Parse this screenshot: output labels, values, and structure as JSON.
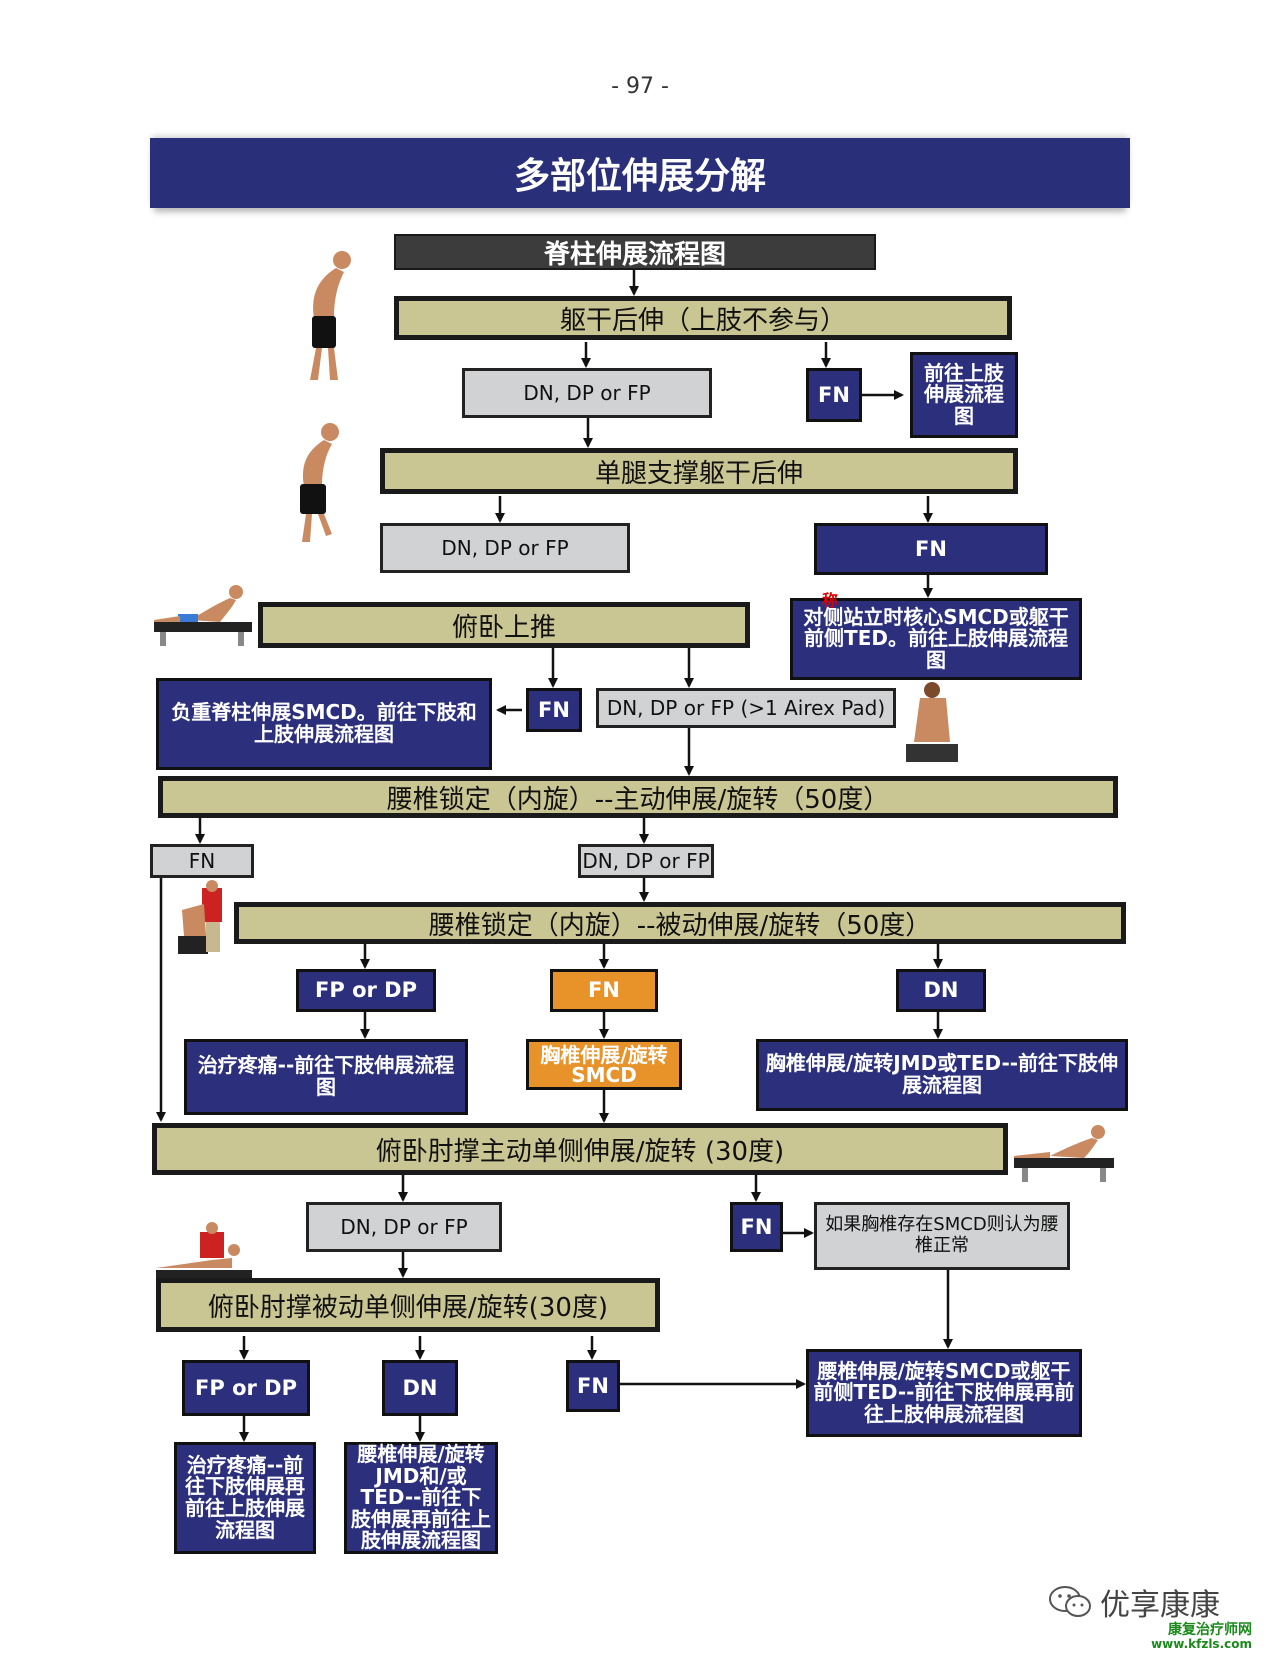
{
  "page_number": "- 97 -",
  "banner_title": "多部位伸展分解",
  "flow_title": "脊柱伸展流程图",
  "nodes": {
    "trunk_ext": "躯干后伸（上肢不参与）",
    "dn_dp_fp_1": "DN, DP or FP",
    "fn_1": "FN",
    "goto_upper_1": "前往上肢伸展流程图",
    "single_leg": "单腿支撑躯干后伸",
    "dn_dp_fp_2": "DN, DP or FP",
    "fn_2": "FN",
    "contra_text": "对侧站立时核心SMCD或躯干前侧TED。前往上肢伸展流程图",
    "red_mark": "称",
    "prone_pushup": "俯卧上推",
    "weight_bearing": "负重脊柱伸展SMCD。前往下肢和上肢伸展流程图",
    "fn_3": "FN",
    "airex": "DN, DP or FP (>1 Airex Pad)",
    "lumbar_active": "腰椎锁定（内旋）--主动伸展/旋转（50度）",
    "fn_4": "FN",
    "dn_dp_fp_4": "DN, DP or FP",
    "lumbar_passive": "腰椎锁定（内旋）--被动伸展/旋转（50度）",
    "fp_or_dp_1": "FP or DP",
    "fn_orange": "FN",
    "dn_1": "DN",
    "treat_pain_1": "治疗疼痛--前往下肢伸展流程图",
    "thoracic_smcd": "胸椎伸展/旋转SMCD",
    "thoracic_jmd": "胸椎伸展/旋转JMD或TED--前往下肢伸展流程图",
    "prone_elbow_active": "俯卧肘撑主动单侧伸展/旋转 (30度)",
    "dn_dp_fp_5": "DN, DP or FP",
    "fn_5": "FN",
    "if_thoracic": "如果胸椎存在SMCD则认为腰椎正常",
    "prone_elbow_passive": "俯卧肘撑被动单侧伸展/旋转(30度)",
    "fp_or_dp_2": "FP or DP",
    "dn_2": "DN",
    "fn_6": "FN",
    "lumbar_smcd_final": "腰椎伸展/旋转SMCD或躯干前侧TED--前往下肢伸展再前往上肢伸展流程图",
    "treat_pain_2": "治疗疼痛--前往下肢伸展再前往上肢伸展流程图",
    "lumbar_jmd_final": "腰椎伸展/旋转JMD和/或TED--前往下肢伸展再前往上肢伸展流程图"
  },
  "watermark": {
    "brand": "优享康康",
    "site_name": "康复治疗师网",
    "site_url": "www.kfzls.com"
  },
  "colors": {
    "navy": "#2b2f7c",
    "khaki": "#c9c693",
    "grey": "#d1d2d4",
    "orange": "#e8922a",
    "banner": "#2a2f7a"
  }
}
